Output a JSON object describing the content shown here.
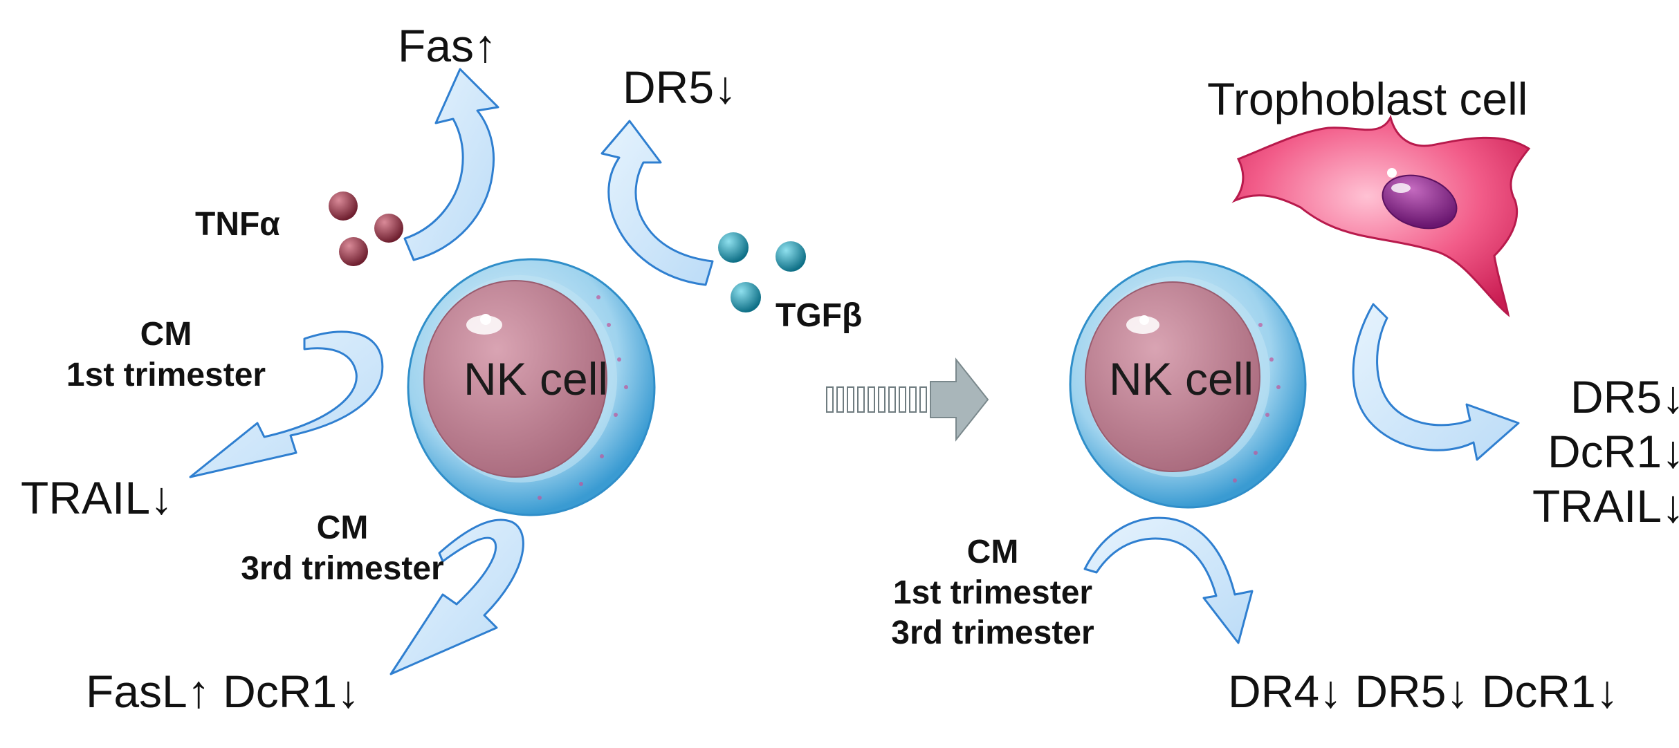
{
  "left_panel": {
    "cell_label": "NK cell",
    "tnf": {
      "label": "TNFα",
      "effect": "Fas↑"
    },
    "tgf": {
      "label": "TGFβ",
      "effect": "DR5↓"
    },
    "cm_first": {
      "line1": "CM",
      "line2": "1st trimester",
      "effect": "TRAIL↓"
    },
    "cm_third": {
      "line1": "CM",
      "line2": "3rd trimester",
      "effect": "FasL↑ DcR1↓"
    }
  },
  "right_panel": {
    "cell_label": "NK cell",
    "trophoblast_label": "Trophoblast cell",
    "trophoblast_effects": [
      "DR5↓",
      "DcR1↓",
      "TRAIL↓"
    ],
    "cm": {
      "line1": "CM",
      "line2": "1st trimester",
      "line3": "3rd trimester",
      "effect": "DR4↓ DR5↓ DcR1↓"
    }
  },
  "colors": {
    "arrow_fill": "#cfe6fb",
    "arrow_edge": "#2f7fd0",
    "tnf_bead": "#8a2b3c",
    "tgf_bead": "#1f8fa8",
    "cell_nucleus": "#c98d9c",
    "trophoblast": "#f05a86",
    "transition_arrow": "#a9b6ba"
  }
}
